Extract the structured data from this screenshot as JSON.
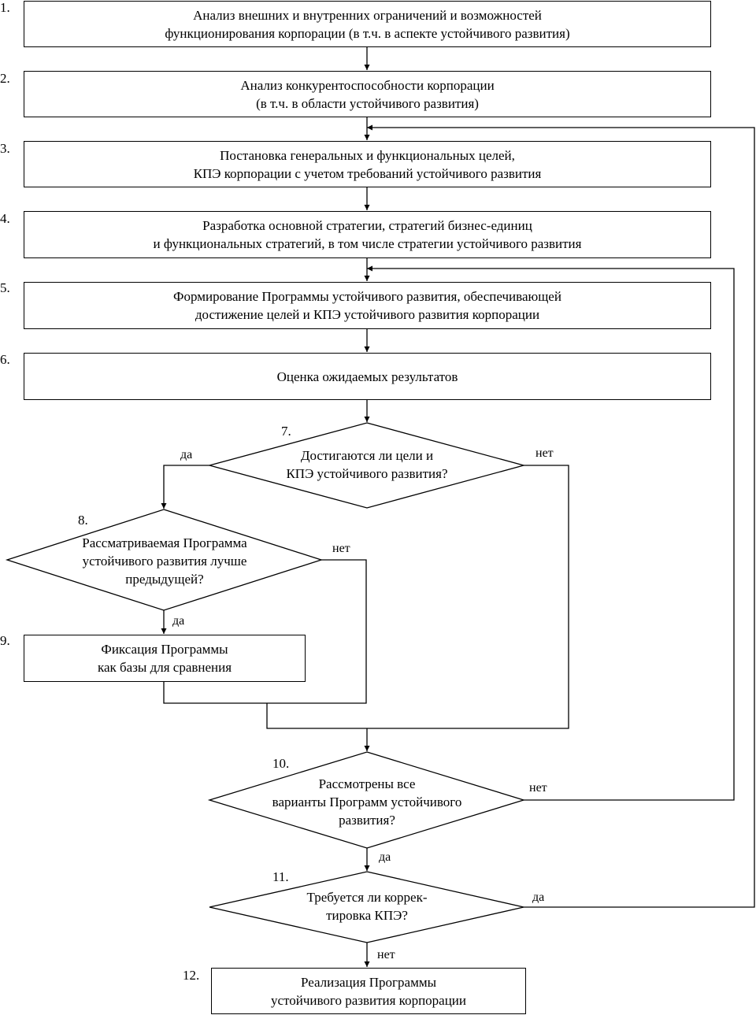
{
  "steps": {
    "s1": {
      "num": "1.",
      "line1": "Анализ внешних и внутренних ограничений и возможностей",
      "line2": "функционирования корпорации (в т.ч. в аспекте устойчивого развития)"
    },
    "s2": {
      "num": "2.",
      "line1": "Анализ конкурентоспособности корпорации",
      "line2": "(в т.ч. в области устойчивого развития)"
    },
    "s3": {
      "num": "3.",
      "line1": "Постановка генеральных и функциональных целей,",
      "line2": "КПЭ корпорации с учетом требований устойчивого развития"
    },
    "s4": {
      "num": "4.",
      "line1": "Разработка основной стратегии, стратегий бизнес-единиц",
      "line2": "и функциональных стратегий, в том числе стратегии устойчивого развития"
    },
    "s5": {
      "num": "5.",
      "line1": "Формирование Программы устойчивого развития, обеспечивающей",
      "line2": "достижение целей и КПЭ устойчивого развития корпорации"
    },
    "s6": {
      "num": "6.",
      "line1": "Оценка ожидаемых результатов"
    },
    "s7": {
      "num": "7.",
      "line1": "Достигаются ли цели и",
      "line2": "КПЭ устойчивого развития?"
    },
    "s8": {
      "num": "8.",
      "line1": "Рассматриваемая Программа",
      "line2": "устойчивого развития лучше",
      "line3": "предыдущей?"
    },
    "s9": {
      "num": "9.",
      "line1": "Фиксация Программы",
      "line2": "как базы для сравнения"
    },
    "s10": {
      "num": "10.",
      "line1": "Рассмотрены все",
      "line2": "варианты Программ устойчивого",
      "line3": "развития?"
    },
    "s11": {
      "num": "11.",
      "line1": "Требуется ли коррек-",
      "line2": "тировка КПЭ?"
    },
    "s12": {
      "num": "12.",
      "line1": "Реализация Программы",
      "line2": "устойчивого развития корпорации"
    }
  },
  "labels": {
    "d7_yes": "да",
    "d7_no": "нет",
    "d8_no": "нет",
    "d8_yes": "да",
    "d10_no": "нет",
    "d10_yes": "да",
    "d11_yes": "да",
    "d11_no": "нет"
  }
}
